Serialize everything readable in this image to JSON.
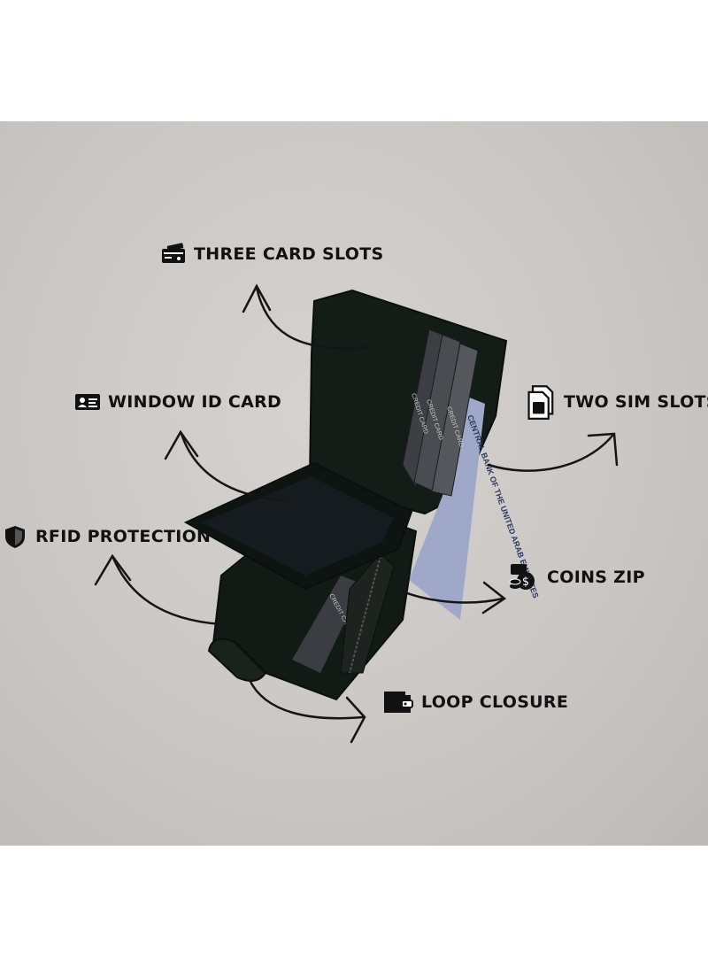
{
  "features": {
    "three_card_slots": {
      "label": "THREE CARD SLOTS",
      "icon": "credit-card-icon"
    },
    "window_id_card": {
      "label": "WINDOW ID CARD",
      "icon": "id-card-icon"
    },
    "rfid_protection": {
      "label": "RFID PROTECTION",
      "icon": "shield-icon"
    },
    "two_sim_slots": {
      "label": "TWO SIM SLOTS",
      "icon": "sim-card-icon"
    },
    "coins_zip": {
      "label": "COINS ZIP",
      "icon": "coins-icon"
    },
    "loop_closure": {
      "label": "LOOP CLOSURE",
      "icon": "wallet-icon"
    }
  },
  "card_text": {
    "card1": "CREDIT CARD",
    "card2": "CREDIT CARD",
    "card3": "CREDIT CARD",
    "card4": "CREDIT CARD",
    "banknote": "CENTRAL BANK OF THE UNITED ARAB EMIRATES"
  },
  "colors": {
    "background": "#cbc7c4",
    "wallet": "#121a16",
    "text": "#111111"
  }
}
